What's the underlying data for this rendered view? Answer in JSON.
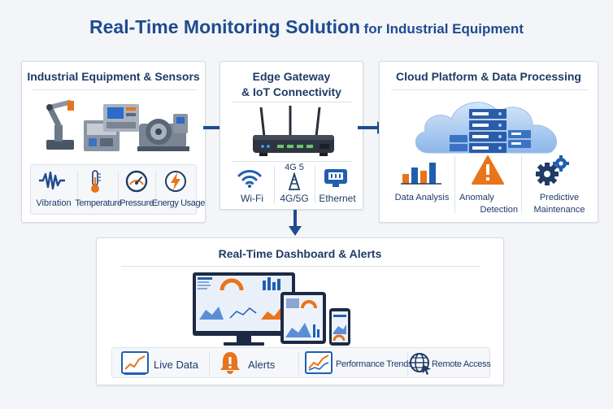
{
  "title": {
    "main": "Real-Time Monitoring Solution",
    "sub": "for Industrial Equipment"
  },
  "equipment": {
    "title": "Industrial Equipment & Sensors",
    "sensors": [
      "Vibration",
      "Temperature",
      "Pressure",
      "Energy Usage"
    ]
  },
  "gateway": {
    "title_line1": "Edge Gateway",
    "title_line2": "& IoT Connectivity",
    "signal_label": "4G 5",
    "connections": [
      "Wi-Fi",
      "4G/5G",
      "Ethernet"
    ]
  },
  "cloud": {
    "title": "Cloud Platform & Data Processing",
    "functions": [
      {
        "line1": "Data Analysis",
        "line2": ""
      },
      {
        "line1": "Anomaly",
        "line2": "Detection"
      },
      {
        "line1": "Predictive",
        "line2": "Maintenance"
      }
    ]
  },
  "dashboard": {
    "title": "Real-Time Dashboard & Alerts",
    "features": [
      "Live Data",
      "Alerts",
      "Performance Trends",
      "Remote Access"
    ]
  },
  "colors": {
    "navy": "#1f3b66",
    "blue": "#1f5fb0",
    "orange": "#e8741c",
    "panel_border": "#d5dbe3"
  }
}
